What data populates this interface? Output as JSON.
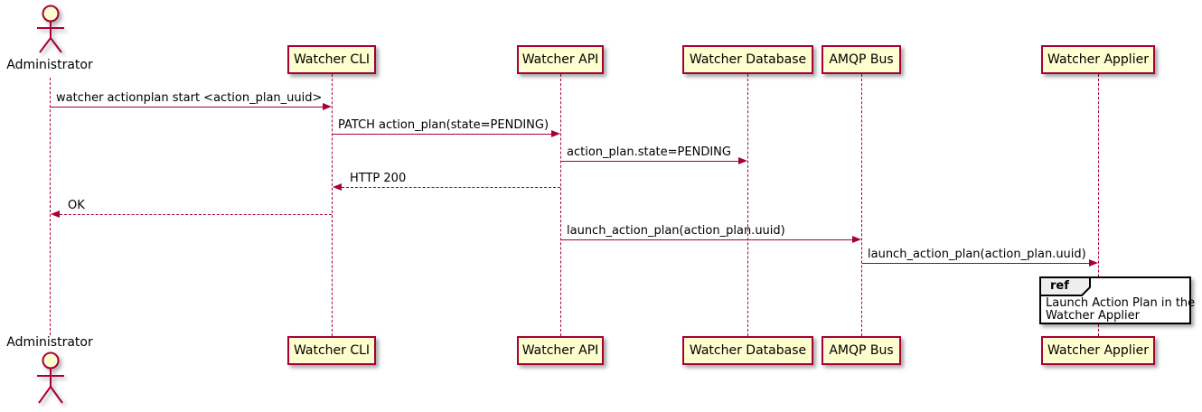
{
  "diagram_type": "uml-sequence",
  "actor": {
    "label": "Administrator"
  },
  "participants": [
    {
      "label": "Watcher CLI"
    },
    {
      "label": "Watcher API"
    },
    {
      "label": "Watcher Database"
    },
    {
      "label": "AMQP Bus"
    },
    {
      "label": "Watcher Applier"
    }
  ],
  "messages": [
    {
      "from": "Administrator",
      "to": "Watcher CLI",
      "label": "watcher actionplan start <action_plan_uuid>",
      "line": "solid",
      "direction": "right"
    },
    {
      "from": "Watcher CLI",
      "to": "Watcher API",
      "label": "PATCH action_plan(state=PENDING)",
      "line": "solid",
      "direction": "right"
    },
    {
      "from": "Watcher API",
      "to": "Watcher Database",
      "label": "action_plan.state=PENDING",
      "line": "solid",
      "direction": "right"
    },
    {
      "from": "Watcher API",
      "to": "Watcher CLI",
      "label": "HTTP 200",
      "line": "dashed",
      "direction": "left"
    },
    {
      "from": "Watcher CLI",
      "to": "Administrator",
      "label": "OK",
      "line": "dashed",
      "direction": "left"
    },
    {
      "from": "Watcher API",
      "to": "AMQP Bus",
      "label": "launch_action_plan(action_plan.uuid)",
      "line": "solid",
      "direction": "right"
    },
    {
      "from": "AMQP Bus",
      "to": "Watcher Applier",
      "label": "launch_action_plan(action_plan.uuid)",
      "line": "solid",
      "direction": "right"
    }
  ],
  "ref": {
    "keyword": "ref",
    "over": "Watcher Applier",
    "line1": "Launch Action Plan in the",
    "line2": "Watcher Applier"
  },
  "colors": {
    "accent": "#A80036",
    "fill": "#FEFECE",
    "text": "#000000",
    "ref_header_fill": "#EEEEEE",
    "ref_border": "#000000",
    "background": "#FFFFFF"
  }
}
